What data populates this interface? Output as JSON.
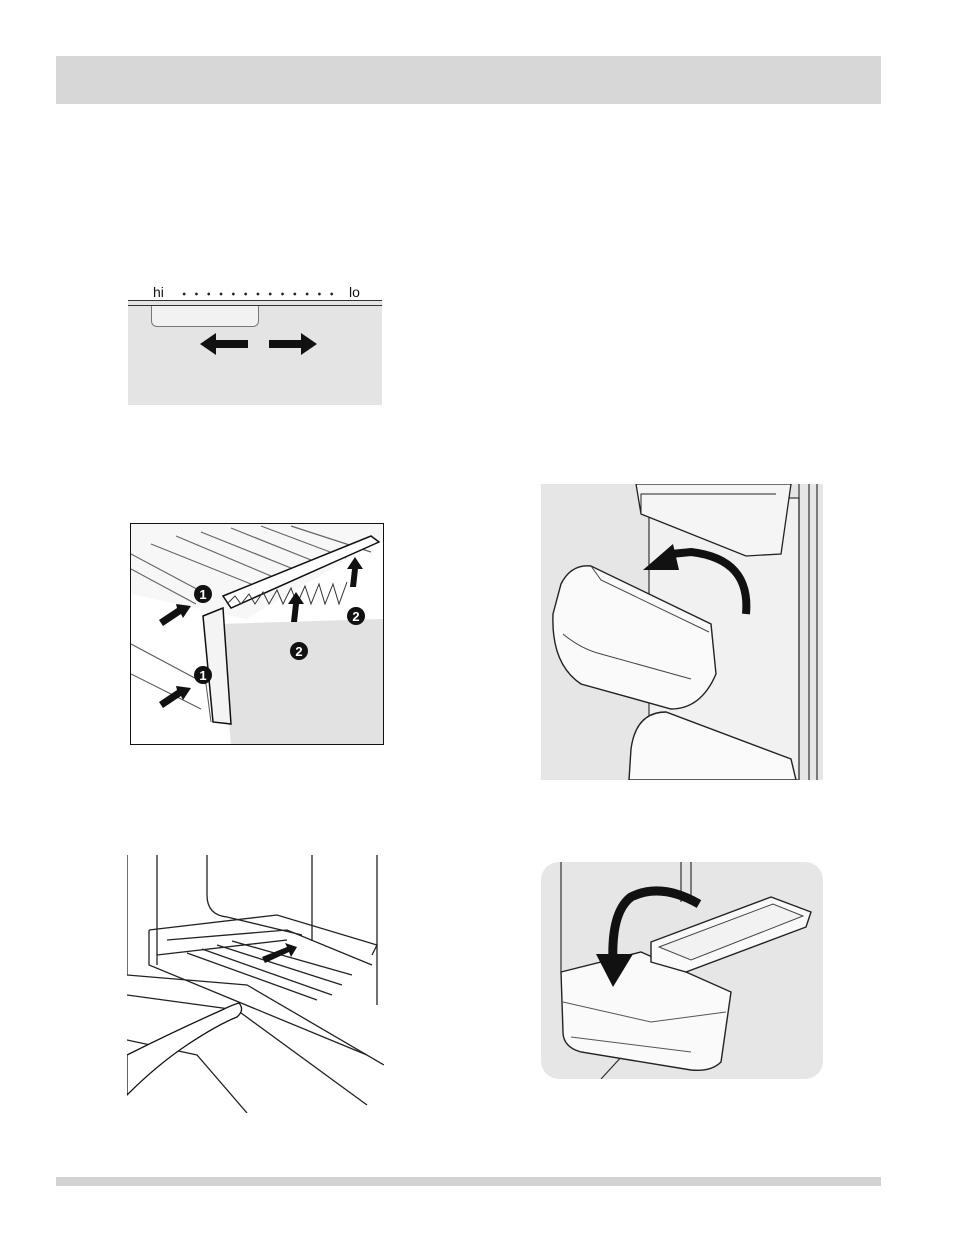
{
  "humidity_control": {
    "hi_label": "hi",
    "lo_label": "lo"
  },
  "crisper_steps": {
    "step_1": "1",
    "step_2": "2"
  },
  "colors": {
    "header_bar": "#d7d7d7",
    "footer_rule": "#d2d2d2",
    "panel_gray": "#e6e6e6"
  },
  "icons": [
    "left-arrow-icon",
    "right-arrow-icon",
    "curved-arrow-icon",
    "step-number-badge"
  ]
}
